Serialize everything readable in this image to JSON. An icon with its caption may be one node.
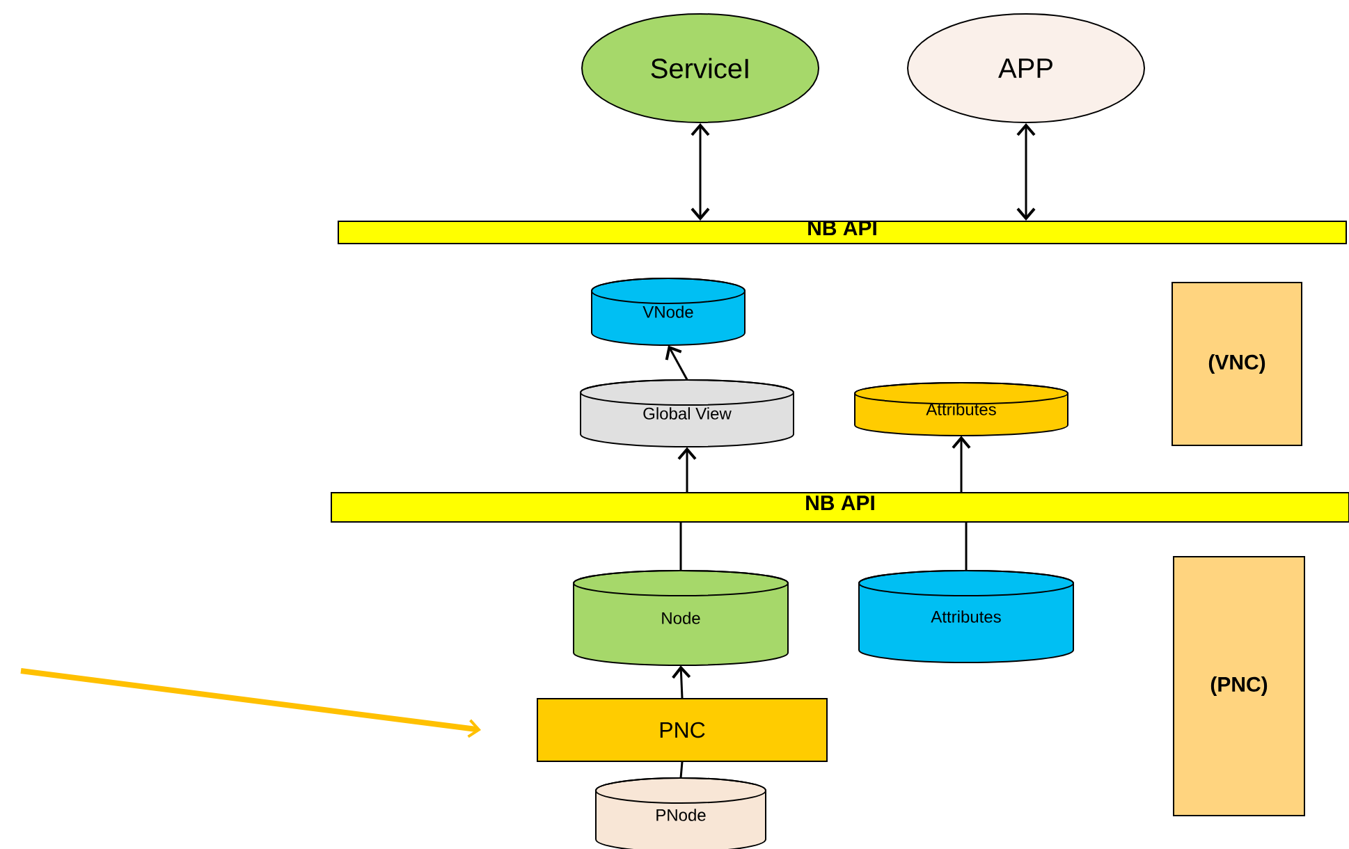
{
  "diagram": {
    "nodes": [
      {
        "text": [
          "ServiceI"
        ]
      },
      {
        "text": [
          "APP"
        ]
      },
      {
        "text": [
          "NB API"
        ]
      },
      {
        "text": [
          "VNode"
        ]
      },
      {
        "text": [
          "Global View"
        ]
      },
      {
        "text": [
          "Attributes"
        ]
      },
      {
        "text": [
          "(VNC)"
        ]
      },
      {
        "text": [
          "NB API"
        ]
      },
      {
        "text": [
          "Node"
        ]
      },
      {
        "text": [
          "Attributes"
        ]
      },
      {
        "text": [
          "(PNC)"
        ]
      },
      {
        "text": [
          "PNC"
        ]
      },
      {
        "text": [
          "PNode"
        ]
      }
    ],
    "edges": [
      {
        "from": 0,
        "to": 2,
        "arrow": "both"
      },
      {
        "from": 1,
        "to": 2,
        "arrow": "both"
      },
      {
        "from": 4,
        "to": 3,
        "arrow": "to"
      },
      {
        "from": 8,
        "to": 7,
        "arrow": "none"
      },
      {
        "from": 7,
        "to": 4,
        "arrow": "to"
      },
      {
        "from": 9,
        "to": 7,
        "arrow": "none"
      },
      {
        "from": 7,
        "to": 5,
        "arrow": "to"
      },
      {
        "from": 11,
        "to": 8,
        "arrow": "to"
      },
      {
        "from": 12,
        "to": 11,
        "arrow": "none"
      },
      {
        "from": null,
        "to": 11,
        "arrow": "to",
        "style": "thick",
        "color": "#ffc000"
      }
    ]
  }
}
